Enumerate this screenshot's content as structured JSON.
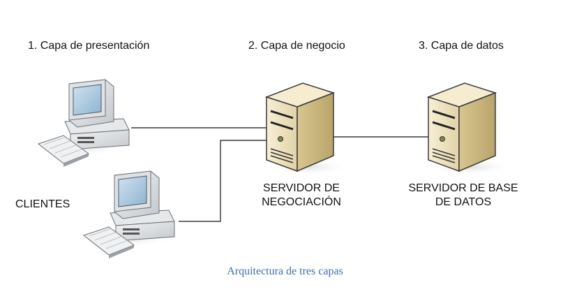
{
  "layers": {
    "presentation": "1. Capa de presentación",
    "business": "2. Capa de negocio",
    "data": "3. Capa de datos"
  },
  "clients_label": "CLIENTES",
  "business_server": {
    "line1": "SERVIDOR DE",
    "line2": "NEGOCIACIÓN"
  },
  "db_server": {
    "line1": "SERVIDOR DE BASE",
    "line2": "DE DATOS"
  },
  "caption": "Arquitectura de tres capas",
  "icons": [
    "client-computer-icon",
    "client-computer-icon",
    "server-tower-icon",
    "server-tower-icon"
  ],
  "colors": {
    "caption": "#3b6fa8",
    "server_body": "#efe3bf",
    "computer_body": "#d9dcdf"
  }
}
